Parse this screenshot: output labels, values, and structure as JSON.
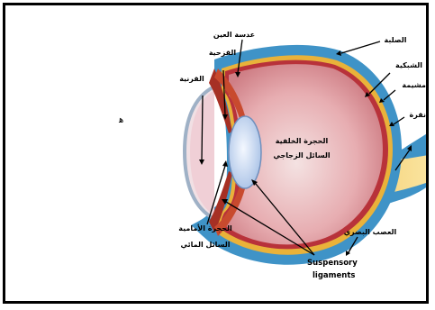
{
  "figure": {
    "stray_mark": "ﻫ",
    "labels": {
      "crystalline_lens": "عدسة العين",
      "iris": "القزحية",
      "cornea": "القرنية",
      "posterior_chamber": "الحجرة الخلفية",
      "vitreous_humor": "السائل الزجاجي",
      "anterior_chamber": "الحجرة الأمامية",
      "aqueous_humor": "السائل المائي",
      "suspensory_ligaments_line1": "Suspensory",
      "suspensory_ligaments_line2": "ligaments",
      "sclera": "الصلبة",
      "retina": "الشبكية",
      "choroid": "مشيمة",
      "fovea": "نقرة",
      "optic_nerve": "العصب البصري"
    }
  }
}
